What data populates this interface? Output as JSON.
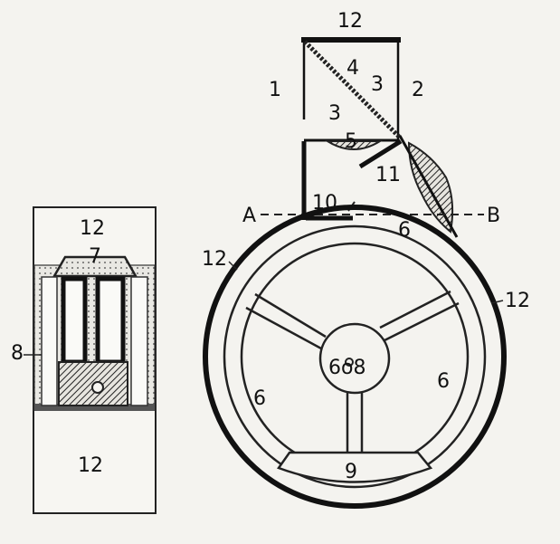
{
  "diagram": {
    "labels": {
      "box_top": "12",
      "left_side": "1",
      "right_side": "2",
      "mirror": "4",
      "upper_right": "3",
      "lower_left": "3",
      "lens": "5",
      "plate": "11",
      "slit": "10",
      "section_a": "A",
      "section_b": "B",
      "wheel_top": "6",
      "wheel_left_outer": "12",
      "wheel_right_outer": "12",
      "hub": "6o8",
      "spoke_left": "6",
      "spoke_right": "6",
      "base": "9",
      "inset_top": "12",
      "inset_cap": "7",
      "inset_side": "8",
      "inset_bottom": "12"
    }
  }
}
